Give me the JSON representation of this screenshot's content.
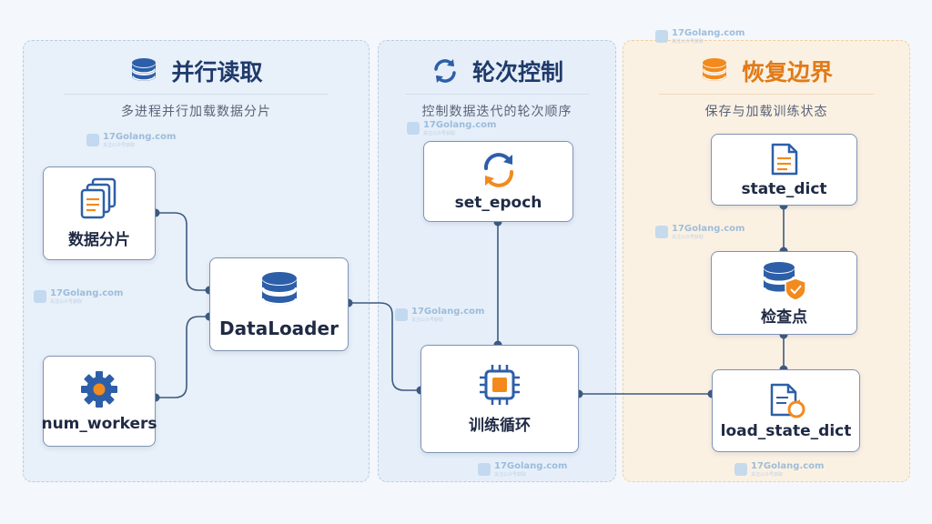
{
  "panels": {
    "parallel": {
      "title": "并行读取",
      "subtitle": "多进程并行加载数据分片"
    },
    "epoch": {
      "title": "轮次控制",
      "subtitle": "控制数据迭代的轮次顺序"
    },
    "resume": {
      "title": "恢复边界",
      "subtitle": "保存与加载训练状态"
    }
  },
  "nodes": {
    "shards": {
      "label": "数据分片",
      "icon": "documents-icon"
    },
    "num_workers": {
      "label": "num_workers",
      "icon": "gear-icon"
    },
    "dataloader": {
      "label": "DataLoader",
      "icon": "database-icon"
    },
    "set_epoch": {
      "label": "set_epoch",
      "icon": "refresh-icon"
    },
    "train_loop": {
      "label": "训练循环",
      "icon": "chip-icon"
    },
    "state_dict": {
      "label": "state_dict",
      "icon": "document-icon"
    },
    "checkpoint": {
      "label": "检查点",
      "icon": "database-shield-icon"
    },
    "load_state_dict": {
      "label": "load_state_dict",
      "icon": "document-reload-icon"
    }
  },
  "watermark": {
    "text": "17Golang.com",
    "subtext": "关注公众号获取"
  },
  "colors": {
    "primary": "#2d5fa8",
    "accent": "#f28a1e",
    "line": "#3d5a80"
  }
}
